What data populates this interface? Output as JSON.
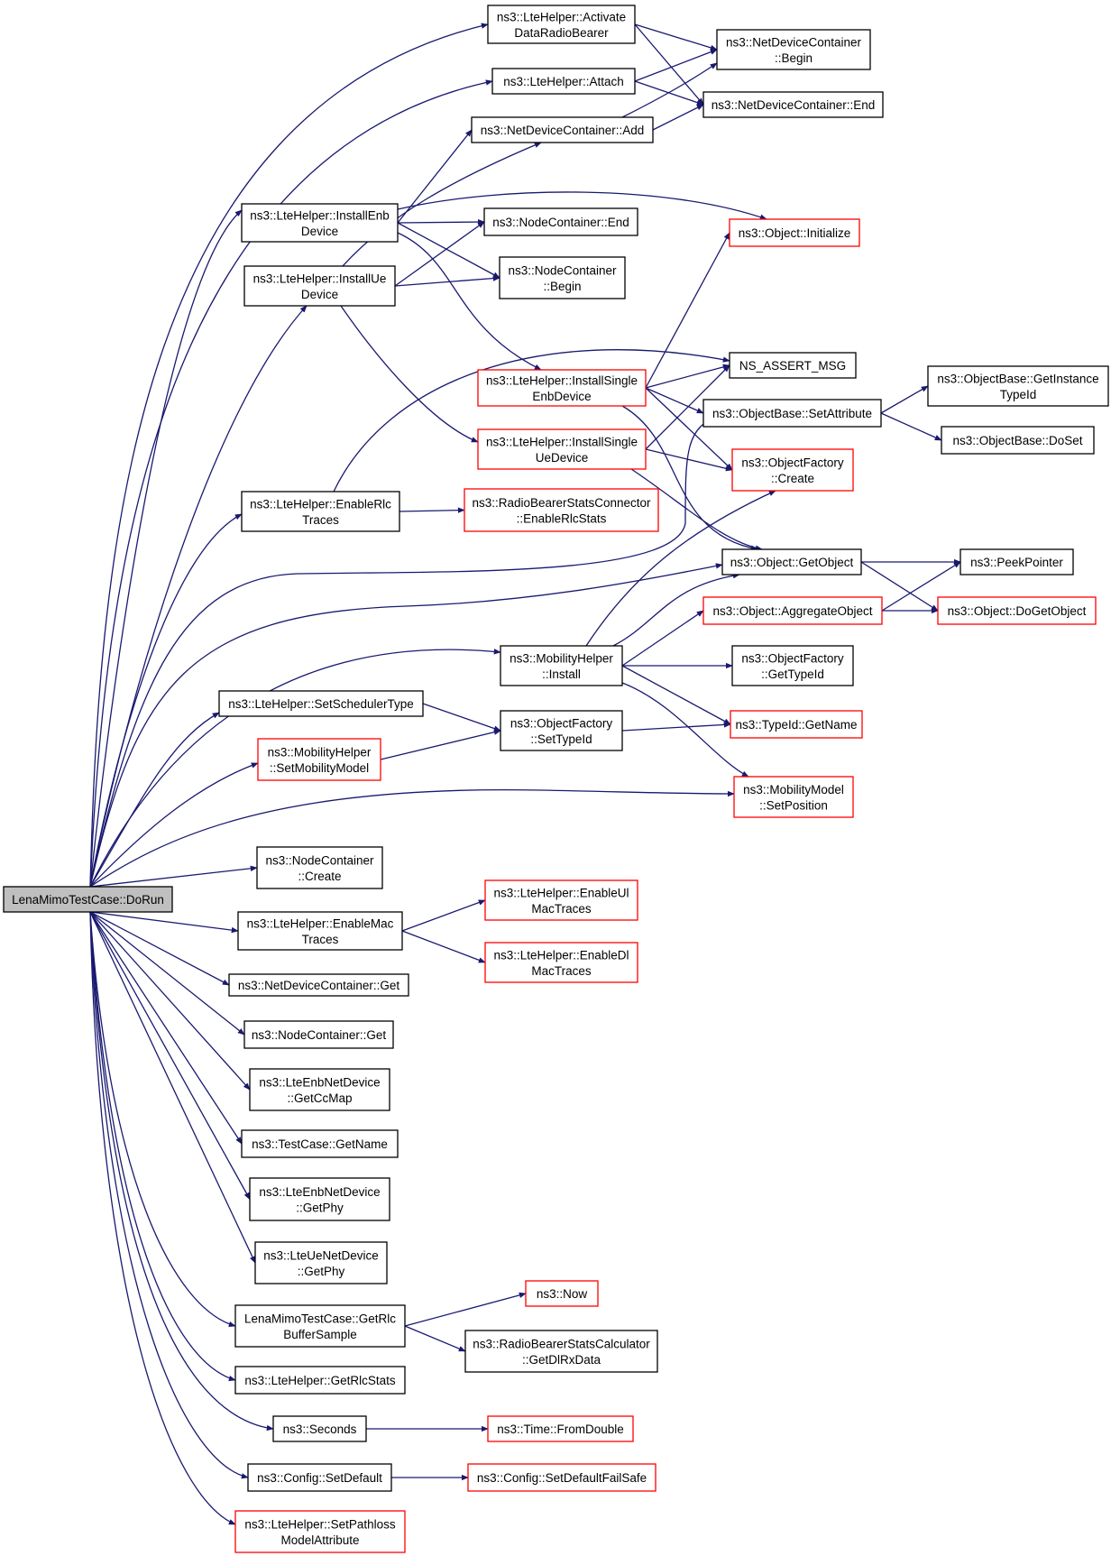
{
  "colors": {
    "edge": "#191970",
    "node_border": "#000000",
    "node_border_truncated": "#ff0000",
    "root_fill": "#bfbfbf",
    "node_fill": "#ffffff"
  },
  "nodes": [
    {
      "id": "root",
      "lines": [
        "LenaMimoTestCase::DoRun"
      ],
      "style": "root"
    },
    {
      "id": "activate",
      "lines": [
        "ns3::LteHelper::Activate",
        "DataRadioBearer"
      ],
      "style": "normal"
    },
    {
      "id": "attach",
      "lines": [
        "ns3::LteHelper::Attach"
      ],
      "style": "normal"
    },
    {
      "id": "ndc_add",
      "lines": [
        "ns3::NetDeviceContainer::Add"
      ],
      "style": "normal"
    },
    {
      "id": "ndc_begin",
      "lines": [
        "ns3::NetDeviceContainer",
        "::Begin"
      ],
      "style": "normal"
    },
    {
      "id": "ndc_end",
      "lines": [
        "ns3::NetDeviceContainer::End"
      ],
      "style": "normal"
    },
    {
      "id": "install_enb",
      "lines": [
        "ns3::LteHelper::InstallEnb",
        "Device"
      ],
      "style": "normal"
    },
    {
      "id": "install_ue",
      "lines": [
        "ns3::LteHelper::InstallUe",
        "Device"
      ],
      "style": "normal"
    },
    {
      "id": "nc_end",
      "lines": [
        "ns3::NodeContainer::End"
      ],
      "style": "normal"
    },
    {
      "id": "nc_begin",
      "lines": [
        "ns3::NodeContainer",
        "::Begin"
      ],
      "style": "normal"
    },
    {
      "id": "obj_init",
      "lines": [
        "ns3::Object::Initialize"
      ],
      "style": "truncated"
    },
    {
      "id": "single_enb",
      "lines": [
        "ns3::LteHelper::InstallSingle",
        "EnbDevice"
      ],
      "style": "truncated"
    },
    {
      "id": "single_ue",
      "lines": [
        "ns3::LteHelper::InstallSingle",
        "UeDevice"
      ],
      "style": "truncated"
    },
    {
      "id": "assert",
      "lines": [
        "NS_ASSERT_MSG"
      ],
      "style": "normal"
    },
    {
      "id": "setattr",
      "lines": [
        "ns3::ObjectBase::SetAttribute"
      ],
      "style": "normal"
    },
    {
      "id": "getinst",
      "lines": [
        "ns3::ObjectBase::GetInstance",
        "TypeId"
      ],
      "style": "normal"
    },
    {
      "id": "doset",
      "lines": [
        "ns3::ObjectBase::DoSet"
      ],
      "style": "normal"
    },
    {
      "id": "of_create",
      "lines": [
        "ns3::ObjectFactory",
        "::Create"
      ],
      "style": "truncated"
    },
    {
      "id": "enable_rlc",
      "lines": [
        "ns3::LteHelper::EnableRlc",
        "Traces"
      ],
      "style": "normal"
    },
    {
      "id": "rbsc_enable",
      "lines": [
        "ns3::RadioBearerStatsConnector",
        "::EnableRlcStats"
      ],
      "style": "truncated"
    },
    {
      "id": "getobject",
      "lines": [
        "ns3::Object::GetObject"
      ],
      "style": "normal"
    },
    {
      "id": "peek",
      "lines": [
        "ns3::PeekPointer"
      ],
      "style": "normal"
    },
    {
      "id": "aggregate",
      "lines": [
        "ns3::Object::AggregateObject"
      ],
      "style": "truncated"
    },
    {
      "id": "dogetobject",
      "lines": [
        "ns3::Object::DoGetObject"
      ],
      "style": "truncated"
    },
    {
      "id": "mob_install",
      "lines": [
        "ns3::MobilityHelper",
        "::Install"
      ],
      "style": "normal"
    },
    {
      "id": "of_gettypeid",
      "lines": [
        "ns3::ObjectFactory",
        "::GetTypeId"
      ],
      "style": "normal"
    },
    {
      "id": "set_sched",
      "lines": [
        "ns3::LteHelper::SetSchedulerType"
      ],
      "style": "normal"
    },
    {
      "id": "of_settypeid",
      "lines": [
        "ns3::ObjectFactory",
        "::SetTypeId"
      ],
      "style": "normal"
    },
    {
      "id": "typeid_getname",
      "lines": [
        "ns3::TypeId::GetName"
      ],
      "style": "truncated"
    },
    {
      "id": "set_mob_model",
      "lines": [
        "ns3::MobilityHelper",
        "::SetMobilityModel"
      ],
      "style": "truncated"
    },
    {
      "id": "mm_setpos",
      "lines": [
        "ns3::MobilityModel",
        "::SetPosition"
      ],
      "style": "truncated"
    },
    {
      "id": "nc_create",
      "lines": [
        "ns3::NodeContainer",
        "::Create"
      ],
      "style": "normal"
    },
    {
      "id": "enable_mac",
      "lines": [
        "ns3::LteHelper::EnableMac",
        "Traces"
      ],
      "style": "normal"
    },
    {
      "id": "enable_ul",
      "lines": [
        "ns3::LteHelper::EnableUl",
        "MacTraces"
      ],
      "style": "truncated"
    },
    {
      "id": "enable_dl",
      "lines": [
        "ns3::LteHelper::EnableDl",
        "MacTraces"
      ],
      "style": "truncated"
    },
    {
      "id": "ndc_get",
      "lines": [
        "ns3::NetDeviceContainer::Get"
      ],
      "style": "normal"
    },
    {
      "id": "nc_get",
      "lines": [
        "ns3::NodeContainer::Get"
      ],
      "style": "normal"
    },
    {
      "id": "enb_getccmap",
      "lines": [
        "ns3::LteEnbNetDevice",
        "::GetCcMap"
      ],
      "style": "normal"
    },
    {
      "id": "tc_getname",
      "lines": [
        "ns3::TestCase::GetName"
      ],
      "style": "normal"
    },
    {
      "id": "enb_getphy",
      "lines": [
        "ns3::LteEnbNetDevice",
        "::GetPhy"
      ],
      "style": "normal"
    },
    {
      "id": "ue_getphy",
      "lines": [
        "ns3::LteUeNetDevice",
        "::GetPhy"
      ],
      "style": "normal"
    },
    {
      "id": "getrlcbuf",
      "lines": [
        "LenaMimoTestCase::GetRlc",
        "BufferSample"
      ],
      "style": "normal"
    },
    {
      "id": "now",
      "lines": [
        "ns3::Now"
      ],
      "style": "truncated"
    },
    {
      "id": "rbscalc",
      "lines": [
        "ns3::RadioBearerStatsCalculator",
        "::GetDlRxData"
      ],
      "style": "normal"
    },
    {
      "id": "getrlcstats",
      "lines": [
        "ns3::LteHelper::GetRlcStats"
      ],
      "style": "normal"
    },
    {
      "id": "seconds",
      "lines": [
        "ns3::Seconds"
      ],
      "style": "normal"
    },
    {
      "id": "fromdouble",
      "lines": [
        "ns3::Time::FromDouble"
      ],
      "style": "truncated"
    },
    {
      "id": "config_setdefault",
      "lines": [
        "ns3::Config::SetDefault"
      ],
      "style": "normal"
    },
    {
      "id": "config_failsafe",
      "lines": [
        "ns3::Config::SetDefaultFailSafe"
      ],
      "style": "truncated"
    },
    {
      "id": "set_pathloss",
      "lines": [
        "ns3::LteHelper::SetPathloss",
        "ModelAttribute"
      ],
      "style": "truncated"
    }
  ],
  "edges": [
    [
      "root",
      "activate"
    ],
    [
      "root",
      "attach"
    ],
    [
      "root",
      "install_enb"
    ],
    [
      "root",
      "install_ue"
    ],
    [
      "root",
      "enable_rlc"
    ],
    [
      "root",
      "setattr"
    ],
    [
      "root",
      "getobject"
    ],
    [
      "root",
      "mob_install"
    ],
    [
      "root",
      "set_sched"
    ],
    [
      "root",
      "set_mob_model"
    ],
    [
      "root",
      "mm_setpos"
    ],
    [
      "root",
      "nc_create"
    ],
    [
      "root",
      "enable_mac"
    ],
    [
      "root",
      "ndc_get"
    ],
    [
      "root",
      "nc_get"
    ],
    [
      "root",
      "enb_getccmap"
    ],
    [
      "root",
      "tc_getname"
    ],
    [
      "root",
      "enb_getphy"
    ],
    [
      "root",
      "ue_getphy"
    ],
    [
      "root",
      "getrlcbuf"
    ],
    [
      "root",
      "getrlcstats"
    ],
    [
      "root",
      "seconds"
    ],
    [
      "root",
      "config_setdefault"
    ],
    [
      "root",
      "set_pathloss"
    ],
    [
      "activate",
      "ndc_begin"
    ],
    [
      "activate",
      "ndc_end"
    ],
    [
      "attach",
      "ndc_begin"
    ],
    [
      "attach",
      "ndc_end"
    ],
    [
      "ndc_add",
      "ndc_begin"
    ],
    [
      "ndc_add",
      "ndc_end"
    ],
    [
      "install_enb",
      "ndc_add"
    ],
    [
      "install_enb",
      "nc_end"
    ],
    [
      "install_enb",
      "nc_begin"
    ],
    [
      "install_enb",
      "obj_init"
    ],
    [
      "install_enb",
      "single_enb"
    ],
    [
      "install_ue",
      "ndc_add"
    ],
    [
      "install_ue",
      "nc_end"
    ],
    [
      "install_ue",
      "nc_begin"
    ],
    [
      "install_ue",
      "single_ue"
    ],
    [
      "single_enb",
      "obj_init"
    ],
    [
      "single_enb",
      "assert"
    ],
    [
      "single_enb",
      "setattr"
    ],
    [
      "single_enb",
      "of_create"
    ],
    [
      "single_enb",
      "getobject"
    ],
    [
      "single_ue",
      "assert"
    ],
    [
      "single_ue",
      "of_create"
    ],
    [
      "single_ue",
      "getobject"
    ],
    [
      "setattr",
      "getinst"
    ],
    [
      "setattr",
      "doset"
    ],
    [
      "enable_rlc",
      "assert"
    ],
    [
      "enable_rlc",
      "rbsc_enable"
    ],
    [
      "getobject",
      "peek"
    ],
    [
      "getobject",
      "dogetobject"
    ],
    [
      "aggregate",
      "peek"
    ],
    [
      "aggregate",
      "dogetobject"
    ],
    [
      "mob_install",
      "of_create"
    ],
    [
      "mob_install",
      "getobject"
    ],
    [
      "mob_install",
      "aggregate"
    ],
    [
      "mob_install",
      "of_gettypeid"
    ],
    [
      "mob_install",
      "typeid_getname"
    ],
    [
      "mob_install",
      "mm_setpos"
    ],
    [
      "set_sched",
      "of_settypeid"
    ],
    [
      "set_mob_model",
      "of_settypeid"
    ],
    [
      "of_settypeid",
      "typeid_getname"
    ],
    [
      "enable_mac",
      "enable_ul"
    ],
    [
      "enable_mac",
      "enable_dl"
    ],
    [
      "getrlcbuf",
      "now"
    ],
    [
      "getrlcbuf",
      "rbscalc"
    ],
    [
      "seconds",
      "fromdouble"
    ],
    [
      "config_setdefault",
      "config_failsafe"
    ]
  ]
}
